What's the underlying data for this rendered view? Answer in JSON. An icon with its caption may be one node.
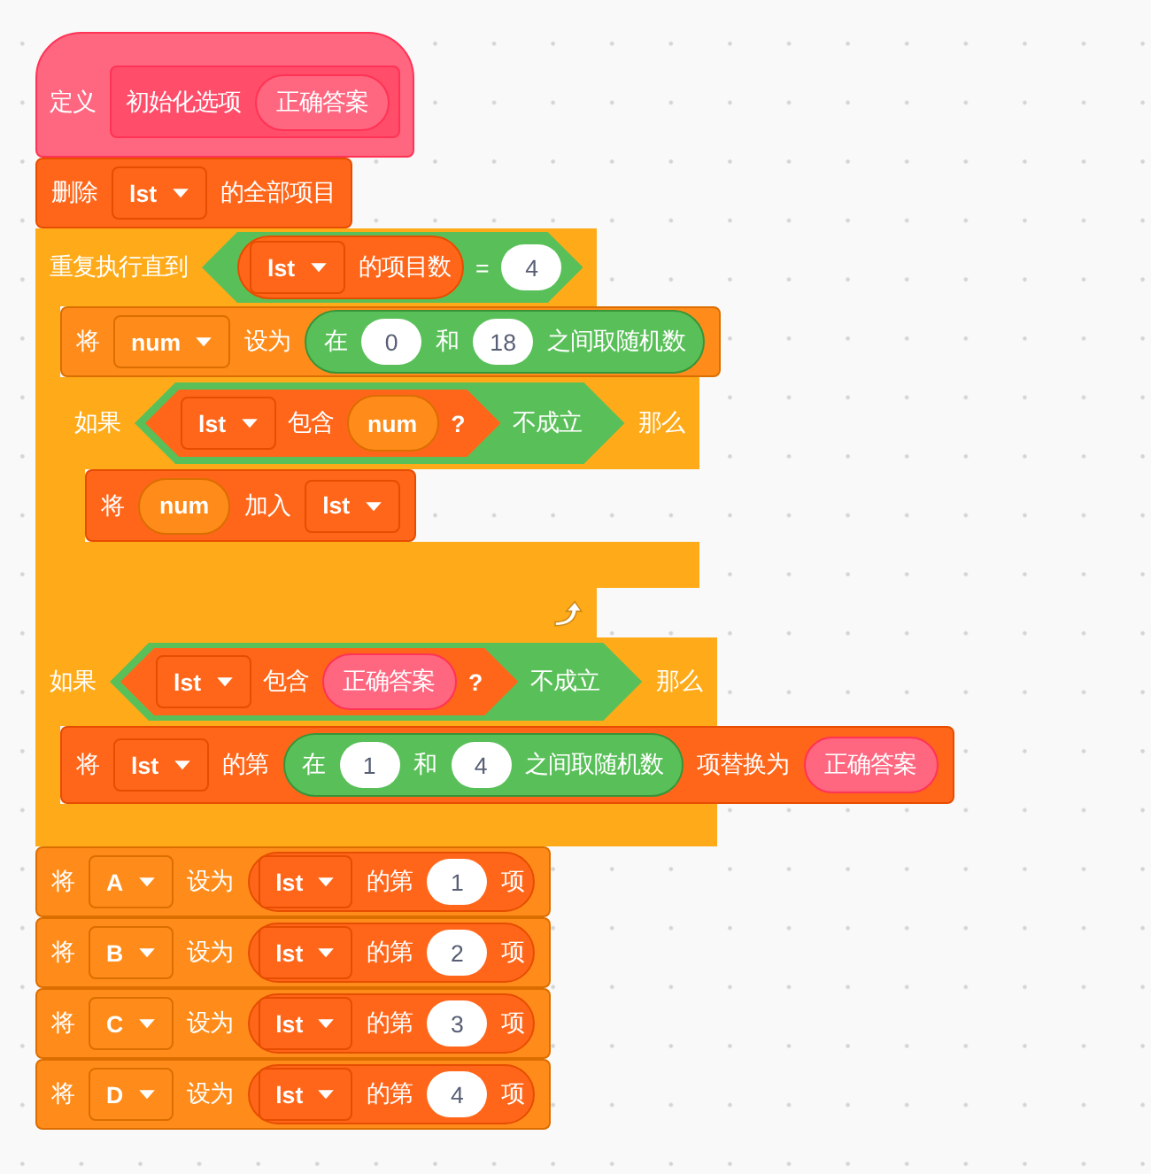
{
  "diagram": {
    "nodes": [
      {
        "text": [
          "定义"
        ]
      },
      {
        "text": [
          "初始化选项"
        ],
        "in": 0
      },
      {
        "text": [
          "正确答案"
        ],
        "in": 1
      },
      {
        "text": [
          "删除",
          "的全部项目"
        ]
      },
      {
        "text": [
          "lst"
        ],
        "in": 3
      },
      {
        "text": [
          "重复执行直到"
        ]
      },
      {
        "text": [
          "="
        ],
        "in": 5
      },
      {
        "text": [
          "的项目数"
        ],
        "in": 6
      },
      {
        "text": [
          "lst"
        ],
        "in": 7
      },
      {
        "text": [
          "4"
        ],
        "in": 6
      },
      {
        "text": [
          "将",
          "设为"
        ],
        "in": 5
      },
      {
        "text": [
          "num"
        ],
        "in": 10
      },
      {
        "text": [
          "在",
          "和",
          "之间取随机数"
        ],
        "in": 10
      },
      {
        "text": [
          "0"
        ],
        "in": 12
      },
      {
        "text": [
          "18"
        ],
        "in": 12
      },
      {
        "text": [
          "如果",
          "那么"
        ],
        "in": 5
      },
      {
        "text": [
          "不成立"
        ],
        "in": 15
      },
      {
        "text": [
          "包含",
          "?"
        ],
        "in": 16
      },
      {
        "text": [
          "lst"
        ],
        "in": 17
      },
      {
        "text": [
          "num"
        ],
        "in": 17
      },
      {
        "text": [
          "将",
          "加入"
        ],
        "in": 15
      },
      {
        "text": [
          "num"
        ],
        "in": 20
      },
      {
        "text": [
          "lst"
        ],
        "in": 20
      },
      {
        "text": [
          "如果",
          "那么"
        ]
      },
      {
        "text": [
          "不成立"
        ],
        "in": 23
      },
      {
        "text": [
          "包含",
          "?"
        ],
        "in": 24
      },
      {
        "text": [
          "lst"
        ],
        "in": 25
      },
      {
        "text": [
          "正确答案"
        ],
        "in": 25
      },
      {
        "text": [
          "将",
          "的第",
          "项替换为"
        ],
        "in": 23
      },
      {
        "text": [
          "lst"
        ],
        "in": 28
      },
      {
        "text": [
          "在",
          "和",
          "之间取随机数"
        ],
        "in": 28
      },
      {
        "text": [
          "1"
        ],
        "in": 30
      },
      {
        "text": [
          "4"
        ],
        "in": 30
      },
      {
        "text": [
          "正确答案"
        ],
        "in": 28
      },
      {
        "text": [
          "将",
          "设为"
        ]
      },
      {
        "text": [
          "A"
        ],
        "in": 34
      },
      {
        "text": [
          "的第",
          "项"
        ],
        "in": 34
      },
      {
        "text": [
          "lst"
        ],
        "in": 36
      },
      {
        "text": [
          "1"
        ],
        "in": 36
      },
      {
        "text": [
          "将",
          "设为"
        ]
      },
      {
        "text": [
          "B"
        ],
        "in": 39
      },
      {
        "text": [
          "的第",
          "项"
        ],
        "in": 39
      },
      {
        "text": [
          "lst"
        ],
        "in": 41
      },
      {
        "text": [
          "2"
        ],
        "in": 41
      },
      {
        "text": [
          "将",
          "设为"
        ]
      },
      {
        "text": [
          "C"
        ],
        "in": 44
      },
      {
        "text": [
          "的第",
          "项"
        ],
        "in": 44
      },
      {
        "text": [
          "lst"
        ],
        "in": 46
      },
      {
        "text": [
          "3"
        ],
        "in": 46
      },
      {
        "text": [
          "将",
          "设为"
        ]
      },
      {
        "text": [
          "D"
        ],
        "in": 49
      },
      {
        "text": [
          "的第",
          "项"
        ],
        "in": 49
      },
      {
        "text": [
          "lst"
        ],
        "in": 51
      },
      {
        "text": [
          "4"
        ],
        "in": 51
      }
    ]
  }
}
